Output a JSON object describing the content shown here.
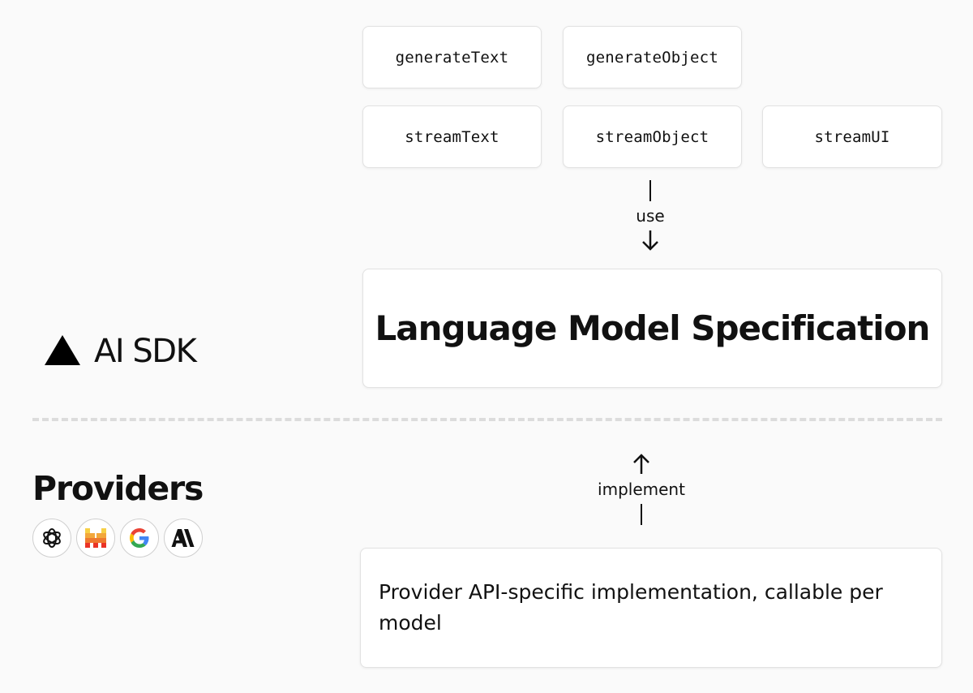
{
  "functions": {
    "generate_text": "generateText",
    "generate_object": "generateObject",
    "stream_text": "streamText",
    "stream_object": "streamObject",
    "stream_ui": "streamUI"
  },
  "connectors": {
    "use": "use",
    "implement": "implement"
  },
  "spec": {
    "title": "Language Model Specification"
  },
  "implementation": {
    "text": "Provider API-specific implementation, callable per model"
  },
  "brand": {
    "logo_icon": "triangle-icon",
    "title": "AI SDK"
  },
  "providers": {
    "title": "Providers",
    "logos": [
      {
        "name": "openai-logo-icon"
      },
      {
        "name": "mistral-logo-icon"
      },
      {
        "name": "google-logo-icon"
      },
      {
        "name": "anthropic-logo-icon"
      }
    ]
  },
  "colors": {
    "background": "#fafafa",
    "card": "#ffffff",
    "border": "#e2e2e2",
    "text": "#111111",
    "divider": "#dcdcdc"
  }
}
